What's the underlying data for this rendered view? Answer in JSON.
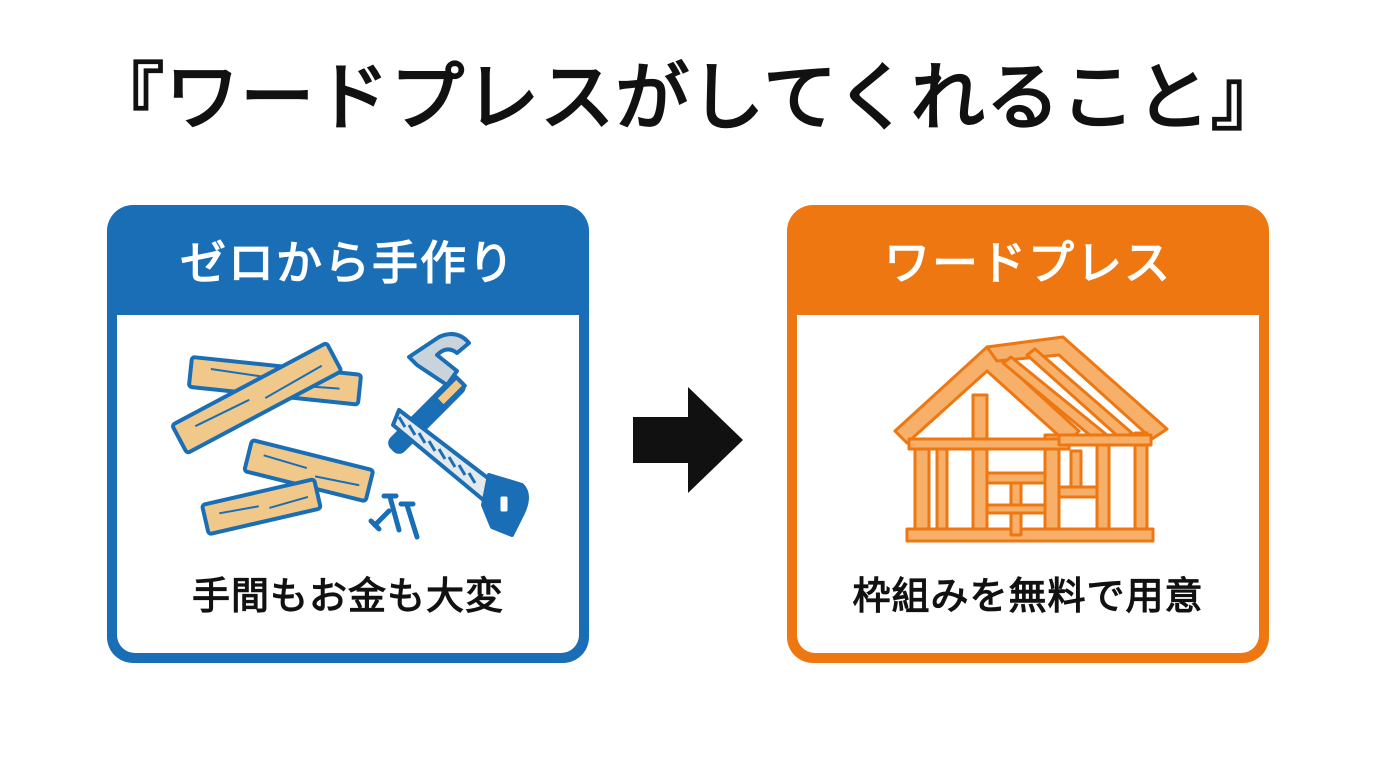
{
  "title": "『ワードプレスがしてくれること』",
  "left_card": {
    "header": "ゼロから手作り",
    "caption": "手間もお金も大変",
    "color": "#1a6eb5"
  },
  "right_card": {
    "header": "ワードプレス",
    "caption": "枠組みを無料で用意",
    "color": "#ef7712"
  },
  "icons": {
    "left": [
      "lumber-planks-icon",
      "hammer-icon",
      "saw-icon",
      "nails-icon"
    ],
    "arrow": "right-arrow-icon",
    "right": "house-frame-icon"
  },
  "colors": {
    "wood": "#f0c98a",
    "wood_outline": "#1a6eb5",
    "tool_blue": "#1a6eb5",
    "frame_light": "#f6b06a",
    "frame_outline": "#ef7712"
  }
}
